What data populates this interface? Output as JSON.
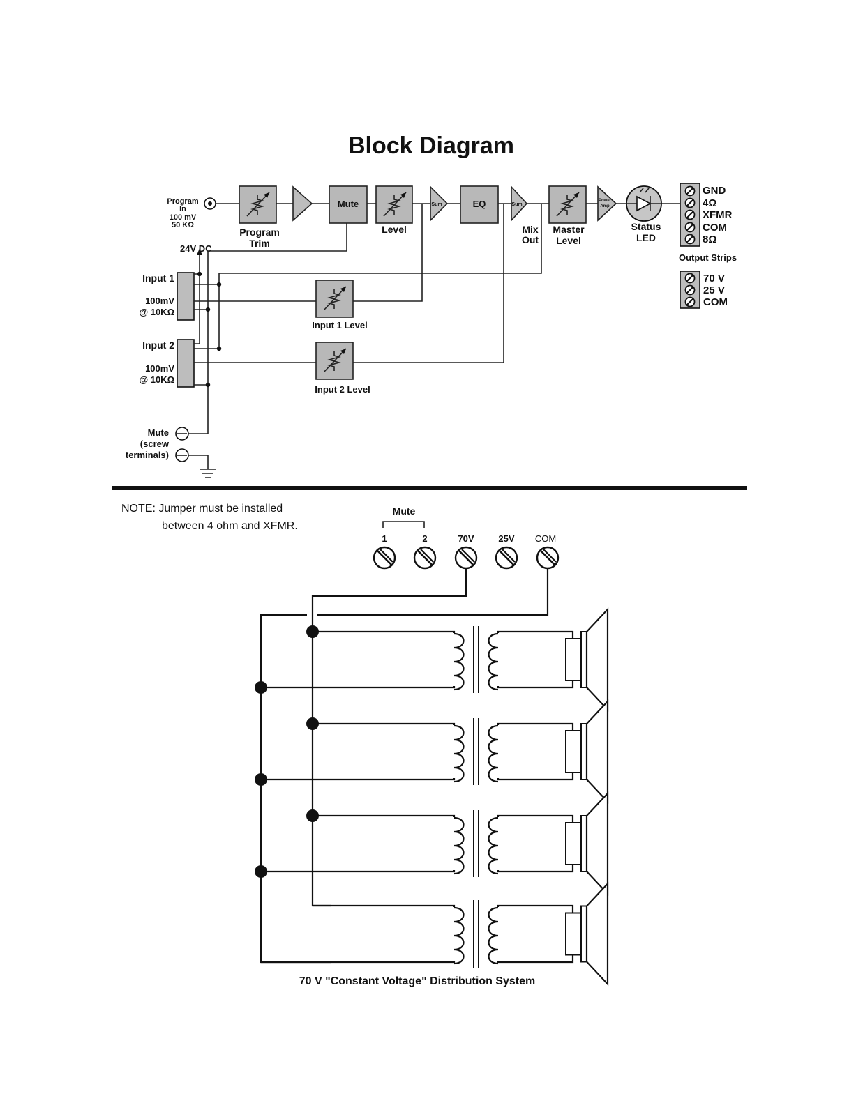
{
  "title": "Block Diagram",
  "block": {
    "program_in": {
      "l1": "Program",
      "l2": "In",
      "l3": "100 mV",
      "l4": "50 KΩ"
    },
    "program_trim": {
      "l1": "Program",
      "l2": "Trim"
    },
    "mute_box": "Mute",
    "level": "Level",
    "sum1": "Sum",
    "eq": "EQ",
    "sum2": "Sum",
    "mix_out": {
      "l1": "Mix",
      "l2": "Out"
    },
    "master_level": {
      "l1": "Master",
      "l2": "Level"
    },
    "power_amp": {
      "l1": "Power",
      "l2": "Amp"
    },
    "status_led": {
      "l1": "Status",
      "l2": "LED"
    },
    "dc": "24V DC",
    "input1": {
      "label": "Input 1",
      "l1": "100mV",
      "l2": "@ 10KΩ"
    },
    "input2": {
      "label": "Input 2",
      "l1": "100mV",
      "l2": "@ 10KΩ"
    },
    "input1_level": "Input 1 Level",
    "input2_level": "Input 2 Level",
    "mute_terminals": {
      "l1": "Mute",
      "l2": "(screw",
      "l3": "terminals)"
    },
    "output_terminals": [
      "GND",
      "4Ω",
      "XFMR",
      "COM",
      "8Ω"
    ],
    "output_strips_label": "Output Strips",
    "strip_terminals": [
      "70 V",
      "25 V",
      "COM"
    ]
  },
  "note": {
    "line1": "NOTE: Jumper must be installed",
    "line2": "between 4 ohm and XFMR."
  },
  "distribution": {
    "mute_label": "Mute",
    "terminals": [
      "1",
      "2",
      "70V",
      "25V",
      "COM"
    ],
    "caption": "70 V \"Constant Voltage\" Distribution System"
  }
}
